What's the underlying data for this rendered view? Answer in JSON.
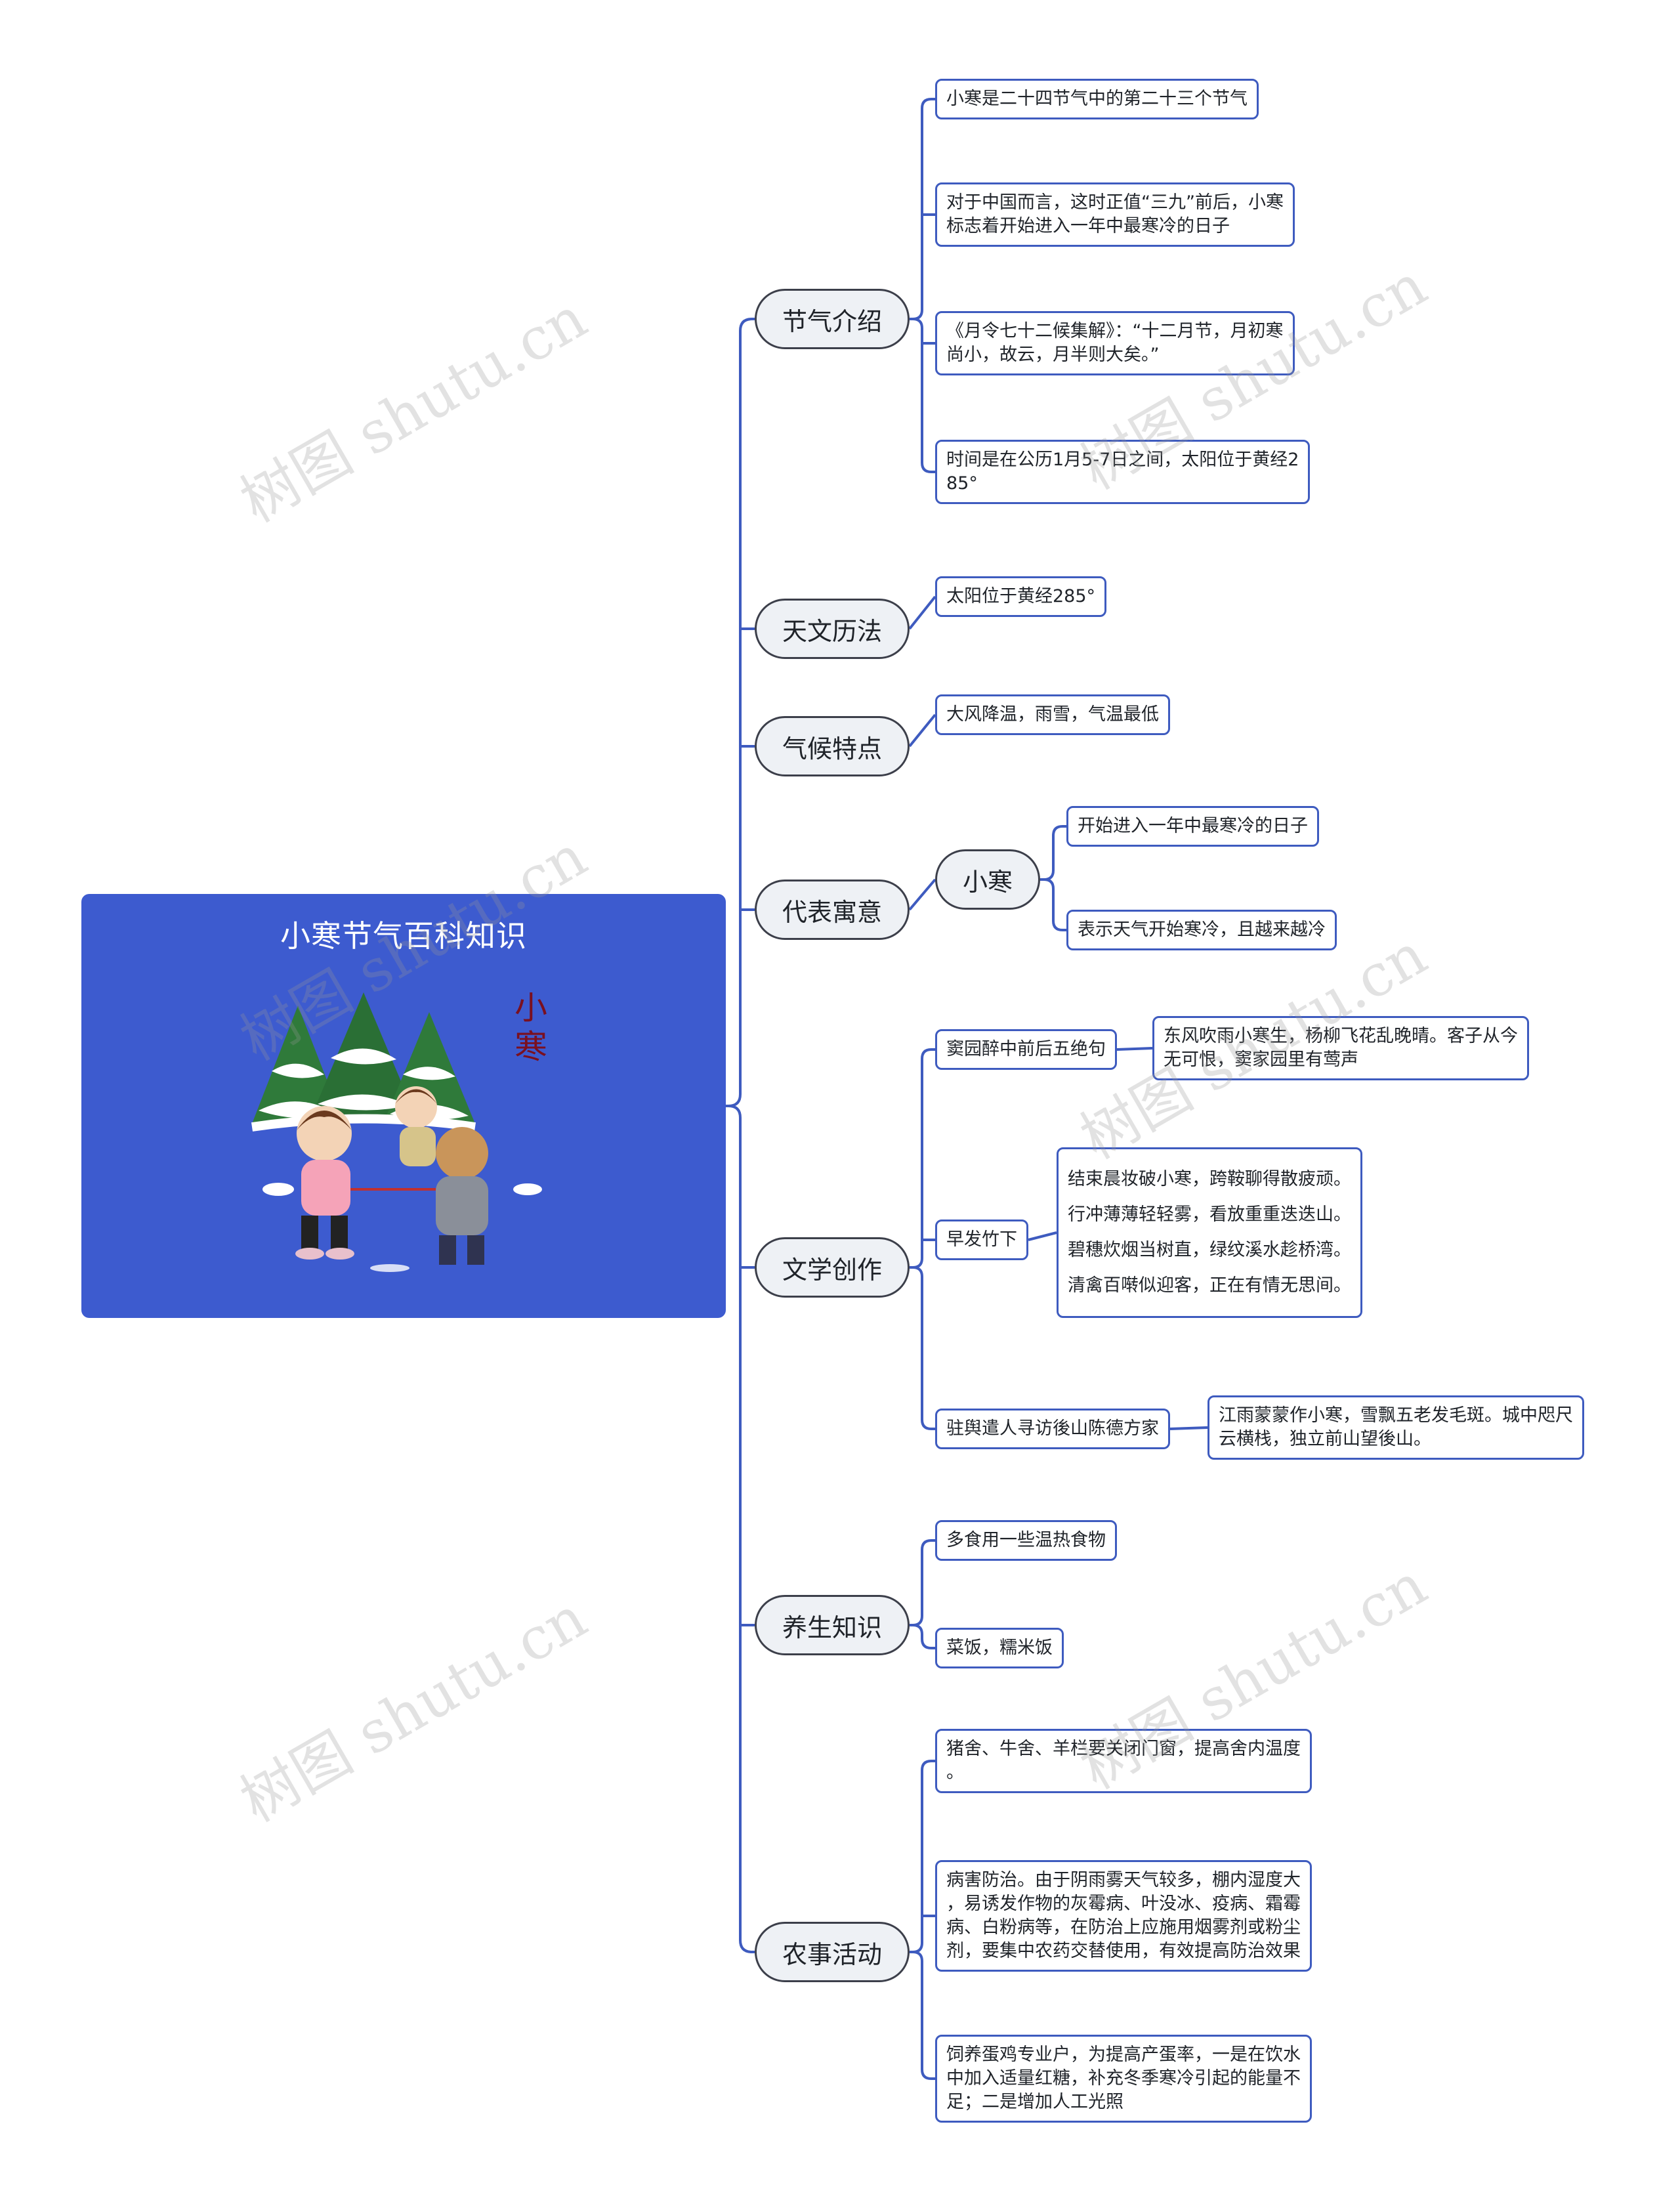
{
  "root": {
    "title": "小寒节气百科知识",
    "art_label": "小寒"
  },
  "watermark": "树图 shutu.cn",
  "branches": [
    {
      "label": "节气介绍",
      "leaves": [
        "小寒是二十四节气中的第二十三个节气",
        "对于中国而言，这时正值“三九”前后，小寒\n标志着开始进入一年中最寒冷的日子",
        "《月令七十二候集解》：“十二月节，月初寒\n尚小，故云，月半则大矣。”",
        "时间是在公历1月5-7日之间，太阳位于黄经2\n85°"
      ]
    },
    {
      "label": "天文历法",
      "leaves": [
        "太阳位于黄经285°"
      ]
    },
    {
      "label": "气候特点",
      "leaves": [
        "大风降温，雨雪，气温最低"
      ]
    },
    {
      "label": "代表寓意",
      "sub": {
        "label": "小寒",
        "leaves": [
          "开始进入一年中最寒冷的日子",
          "表示天气开始寒冷，且越来越冷"
        ]
      }
    },
    {
      "label": "文学创作",
      "poems": [
        {
          "title": "窦园醉中前后五绝句",
          "text": "东风吹雨小寒生，杨柳飞花乱晚晴。客子从今\n无可恨，窦家园里有莺声"
        },
        {
          "title": "早发竹下",
          "text": "结束晨妆破小寒，跨鞍聊得散疲顽。\n行冲薄薄轻轻雾，看放重重迭迭山。\n碧穗炊烟当树直，绿纹溪水趁桥湾。\n清禽百啭似迎客，正在有情无思间。"
        },
        {
          "title": "驻舆遣人寻访後山陈德方家",
          "text": "江雨蒙蒙作小寒，雪飘五老发毛斑。城中咫尺\n云横栈，独立前山望後山。"
        }
      ]
    },
    {
      "label": "养生知识",
      "leaves": [
        "多食用一些温热食物",
        "菜饭，糯米饭"
      ]
    },
    {
      "label": "农事活动",
      "leaves": [
        "猪舍、牛舍、羊栏要关闭门窗，提高舍内温度\n。",
        "病害防治。由于阴雨雾天气较多，棚内湿度大\n，易诱发作物的灰霉病、叶没冰、疫病、霜霉\n病、白粉病等，在防治上应施用烟雾剂或粉尘\n剂，要集中农药交替使用，有效提高防治效果",
        "饲养蛋鸡专业户，为提高产蛋率，一是在饮水\n中加入适量红糖，补充冬季寒冷引起的能量不\n足；二是增加人工光照"
      ]
    }
  ],
  "colors": {
    "connector": "#3e5bbf",
    "root_bg": "#3d5bcf",
    "pill_bg": "#eef1f5",
    "pill_border": "#3c3f4a"
  }
}
